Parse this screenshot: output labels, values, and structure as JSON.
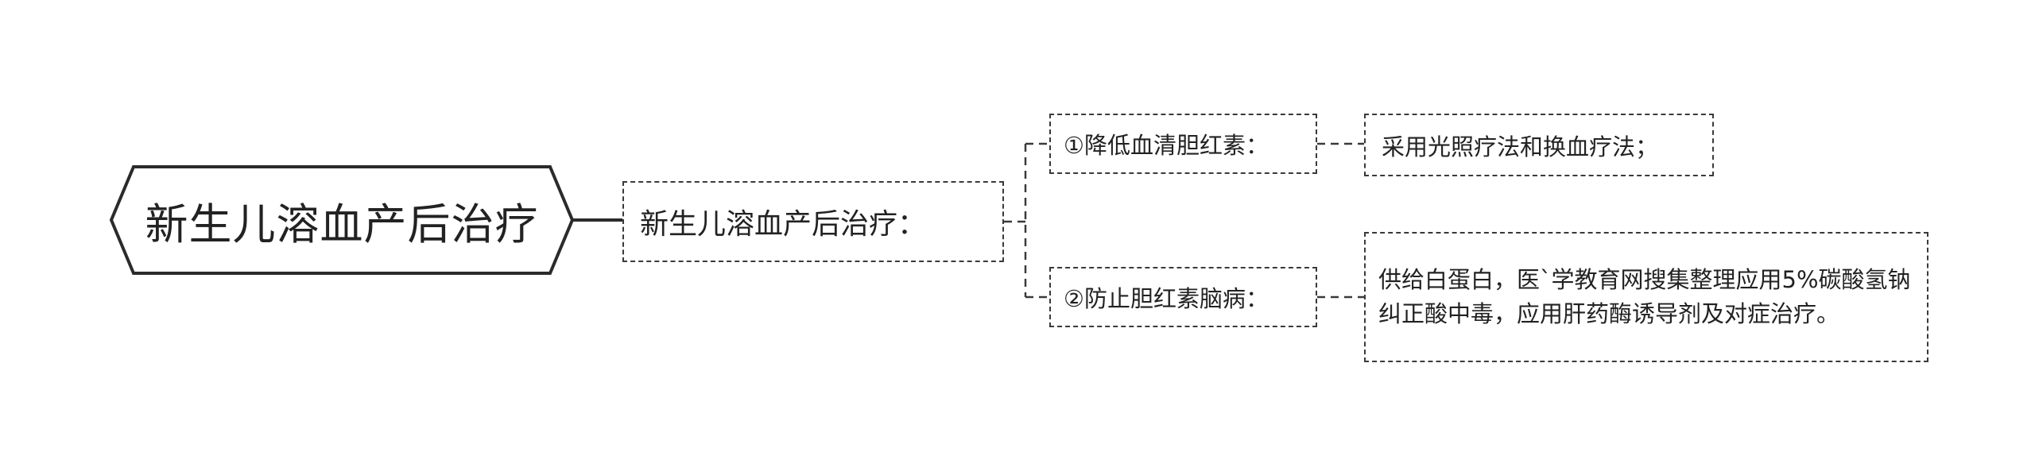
{
  "mindmap": {
    "root": {
      "label": "新生儿溶血产后治疗"
    },
    "level1": {
      "label": "新生儿溶血产后治疗："
    },
    "branches": [
      {
        "label": "①降低血清胆红素：",
        "leaf": "采用光照疗法和换血疗法；"
      },
      {
        "label": "②防止胆红素脑病：",
        "leaf": "供给白蛋白，医`学教育网搜集整理应用5%碳酸氢钠纠正酸中毒，应用肝药酶诱导剂及对症治疗。"
      }
    ]
  },
  "colors": {
    "line": "#3a3a3a",
    "text": "#222222",
    "background": "#ffffff"
  }
}
